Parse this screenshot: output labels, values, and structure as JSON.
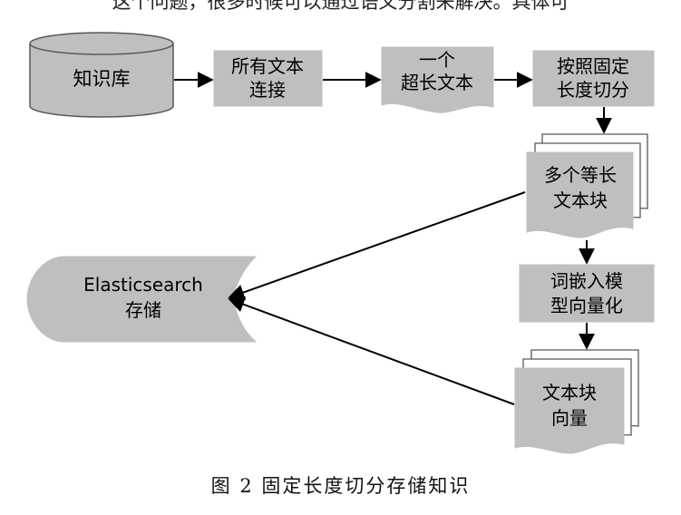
{
  "top_cropped_text": "这个问题，很多时候可以通过语义分割来解决。具体可",
  "nodes": {
    "kb": {
      "line1": "知识库"
    },
    "concat": {
      "line1": "所有文本",
      "line2": "连接"
    },
    "longtext": {
      "line1": "一个",
      "line2": "超长文本"
    },
    "split": {
      "line1": "按照固定",
      "line2": "长度切分"
    },
    "chunks": {
      "line1": "多个等长",
      "line2": "文本块"
    },
    "embed": {
      "line1": "词嵌入模",
      "line2": "型向量化"
    },
    "vectors": {
      "line1": "文本块",
      "line2": "向量"
    },
    "es": {
      "line1": "Elasticsearch",
      "line2": "存储"
    }
  },
  "caption": "图 2  固定长度切分存储知识",
  "colors": {
    "box_fill": "#bfbfbf",
    "stroke": "#595959",
    "arrow": "#000000",
    "text": "#000000"
  }
}
